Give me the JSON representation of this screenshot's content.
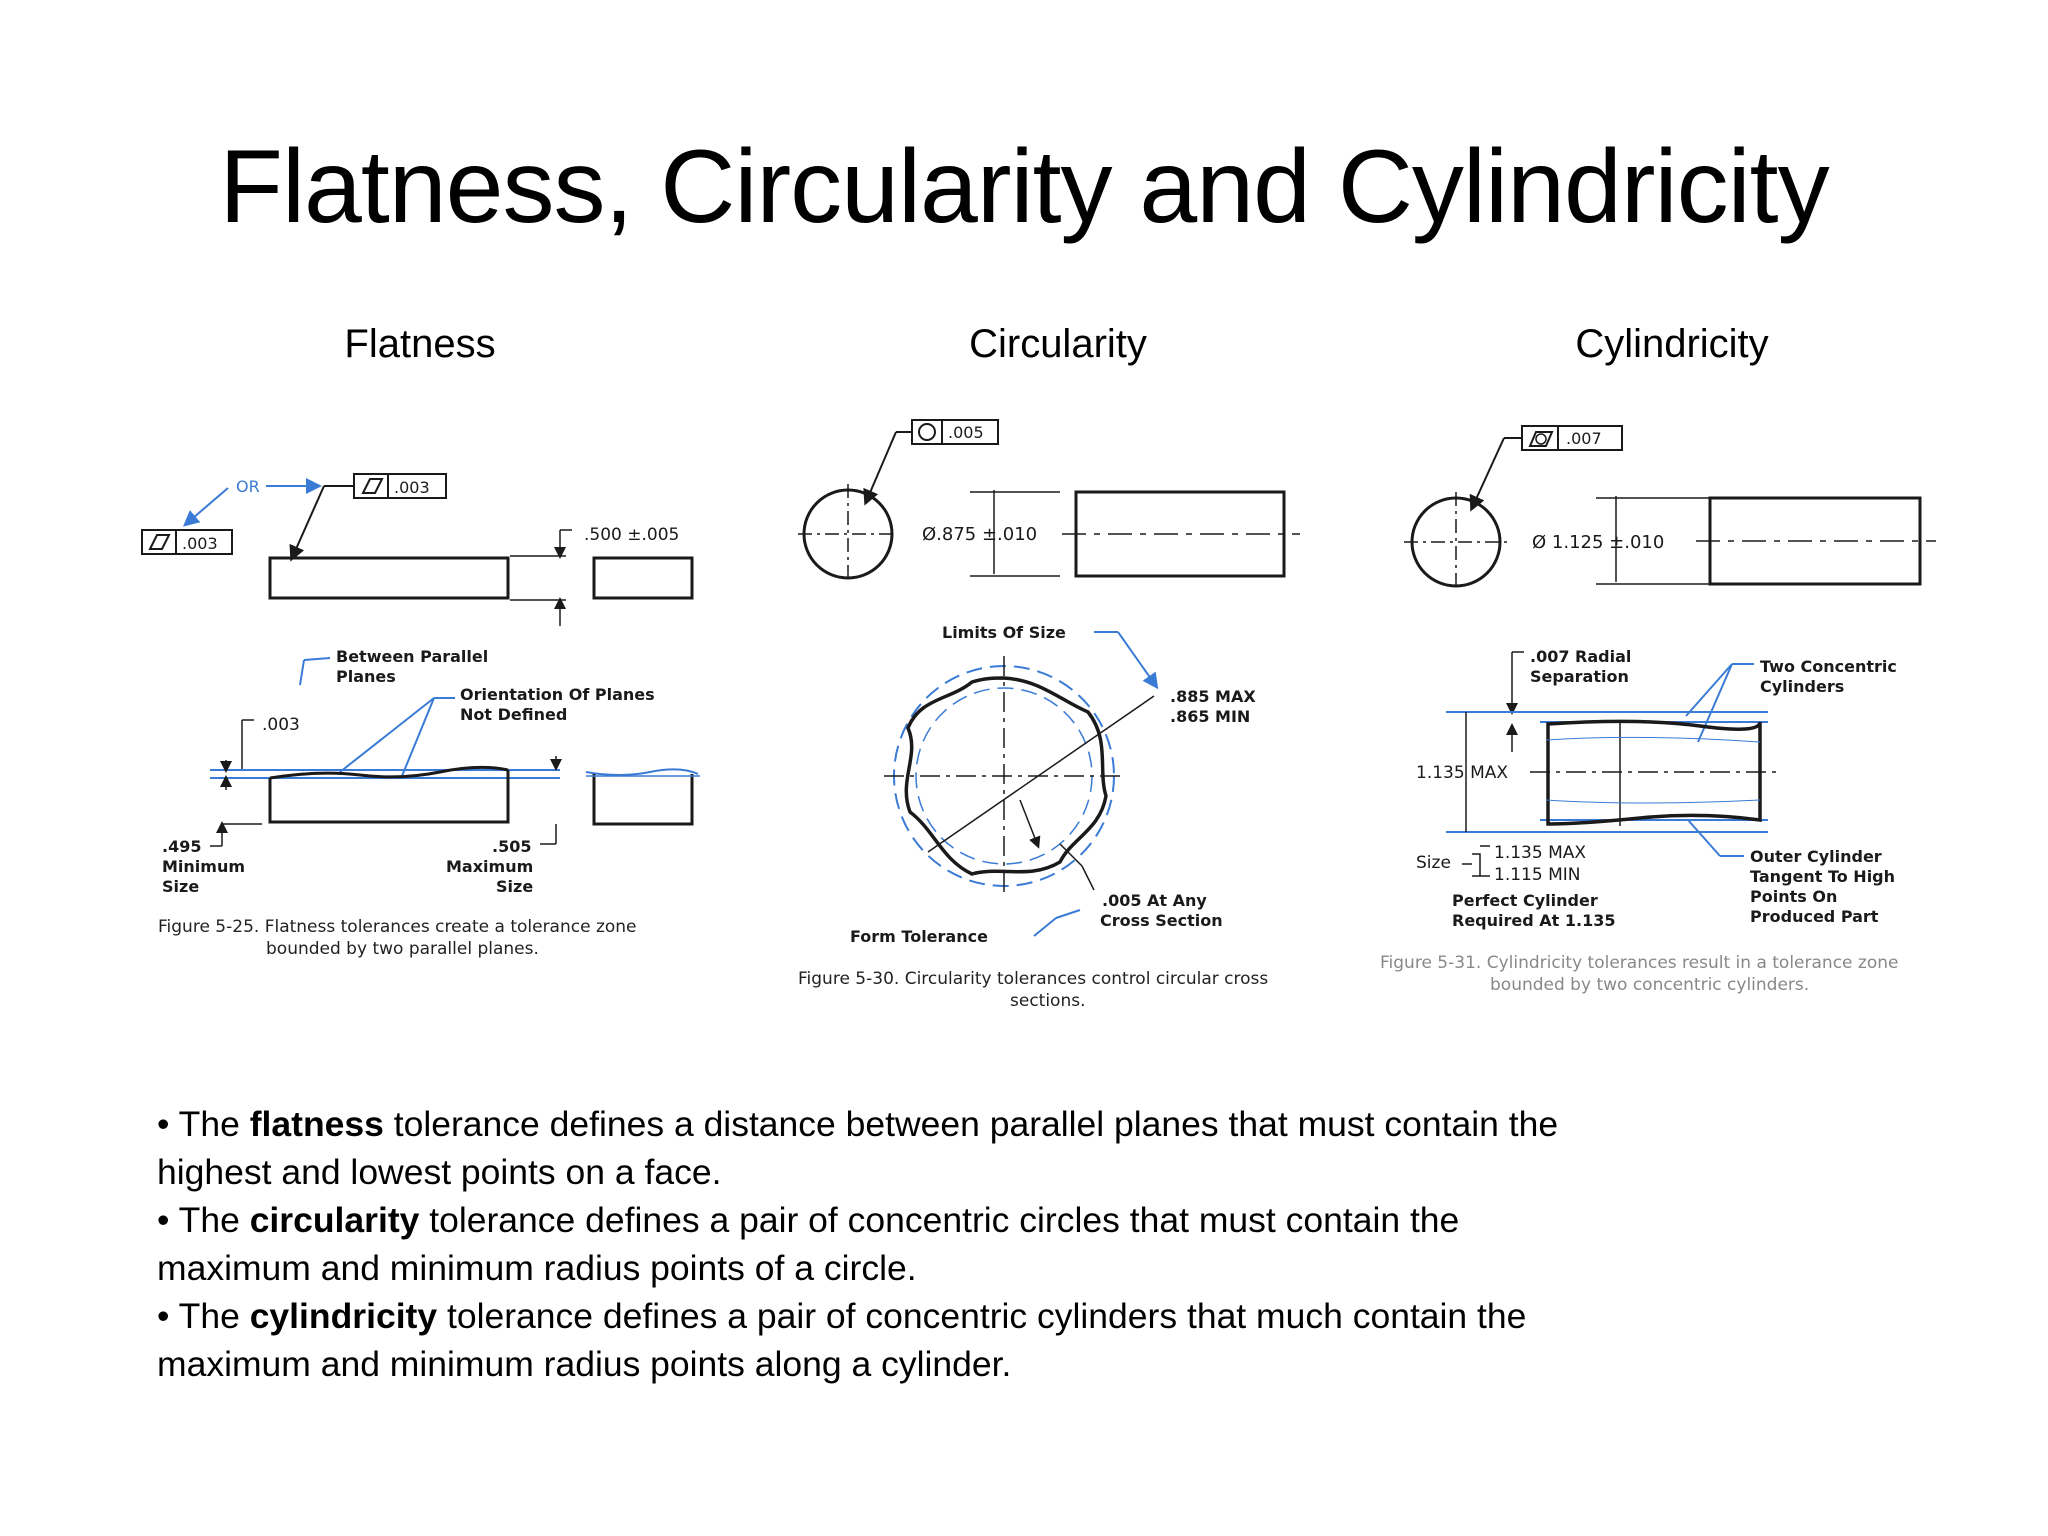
{
  "slide": {
    "title": "Flatness, Circularity and Cylindricity",
    "columns": [
      "Flatness",
      "Circularity",
      "Cylindricity"
    ]
  },
  "flatness_figure": {
    "or_label": "OR",
    "callout_top": ".003",
    "callout_left": ".003",
    "thickness_dim": ".500 ±.005",
    "between_label_1": "Between Parallel",
    "between_label_2": "Planes",
    "orientation_label_1": "Orientation Of Planes",
    "orientation_label_2": "Not Defined",
    "zone_dim": ".003",
    "min_value": ".495",
    "min_label_1": "Minimum",
    "min_label_2": "Size",
    "max_value": ".505",
    "max_label_1": "Maximum",
    "max_label_2": "Size",
    "caption_1": "Figure 5-25. Flatness tolerances create a tolerance zone",
    "caption_2": "bounded by two parallel planes."
  },
  "circularity_figure": {
    "callout": ".005",
    "diameter_dim": "Ø.875 ±.010",
    "limits_label": "Limits Of Size",
    "max_label": ".885 MAX",
    "min_label": ".865 MIN",
    "any_section_1": ".005 At Any",
    "any_section_2": "Cross Section",
    "form_tolerance": "Form Tolerance",
    "caption_1": "Figure 5-30. Circularity tolerances control circular cross",
    "caption_2": "sections."
  },
  "cylindricity_figure": {
    "callout": ".007",
    "diameter_dim": "Ø 1.125 ±.010",
    "radial_1": ".007 Radial",
    "radial_2": "Separation",
    "concentric_1": "Two Concentric",
    "concentric_2": "Cylinders",
    "max_dim": "1.135 MAX",
    "size_label": "Size",
    "size_max": "1.135 MAX",
    "size_min": "1.115 MIN",
    "perfect_1": "Perfect Cylinder",
    "perfect_2": "Required At 1.135",
    "outer_1": "Outer Cylinder",
    "outer_2": "Tangent To High",
    "outer_3": "Points On",
    "outer_4": "Produced Part",
    "caption_1": "Figure 5-31. Cylindricity tolerances result in a tolerance zone",
    "caption_2": "bounded by two concentric cylinders."
  },
  "bullets": [
    {
      "prefix": "• The ",
      "term": "flatness",
      "rest": " tolerance defines a distance between parallel planes that must contain the",
      "line2": "highest and lowest points on a face."
    },
    {
      "prefix": "• The ",
      "term": "circularity",
      "rest": " tolerance defines a pair of concentric circles that must contain the",
      "line2": "maximum and minimum radius points of a circle."
    },
    {
      "prefix": "• The ",
      "term": "cylindricity",
      "rest": " tolerance defines a pair of concentric cylinders that much contain the",
      "line2": "maximum and minimum radius points along a cylinder."
    }
  ],
  "colors": {
    "leader_blue": "#3a7bd5",
    "ink": "#1a1a1a"
  }
}
